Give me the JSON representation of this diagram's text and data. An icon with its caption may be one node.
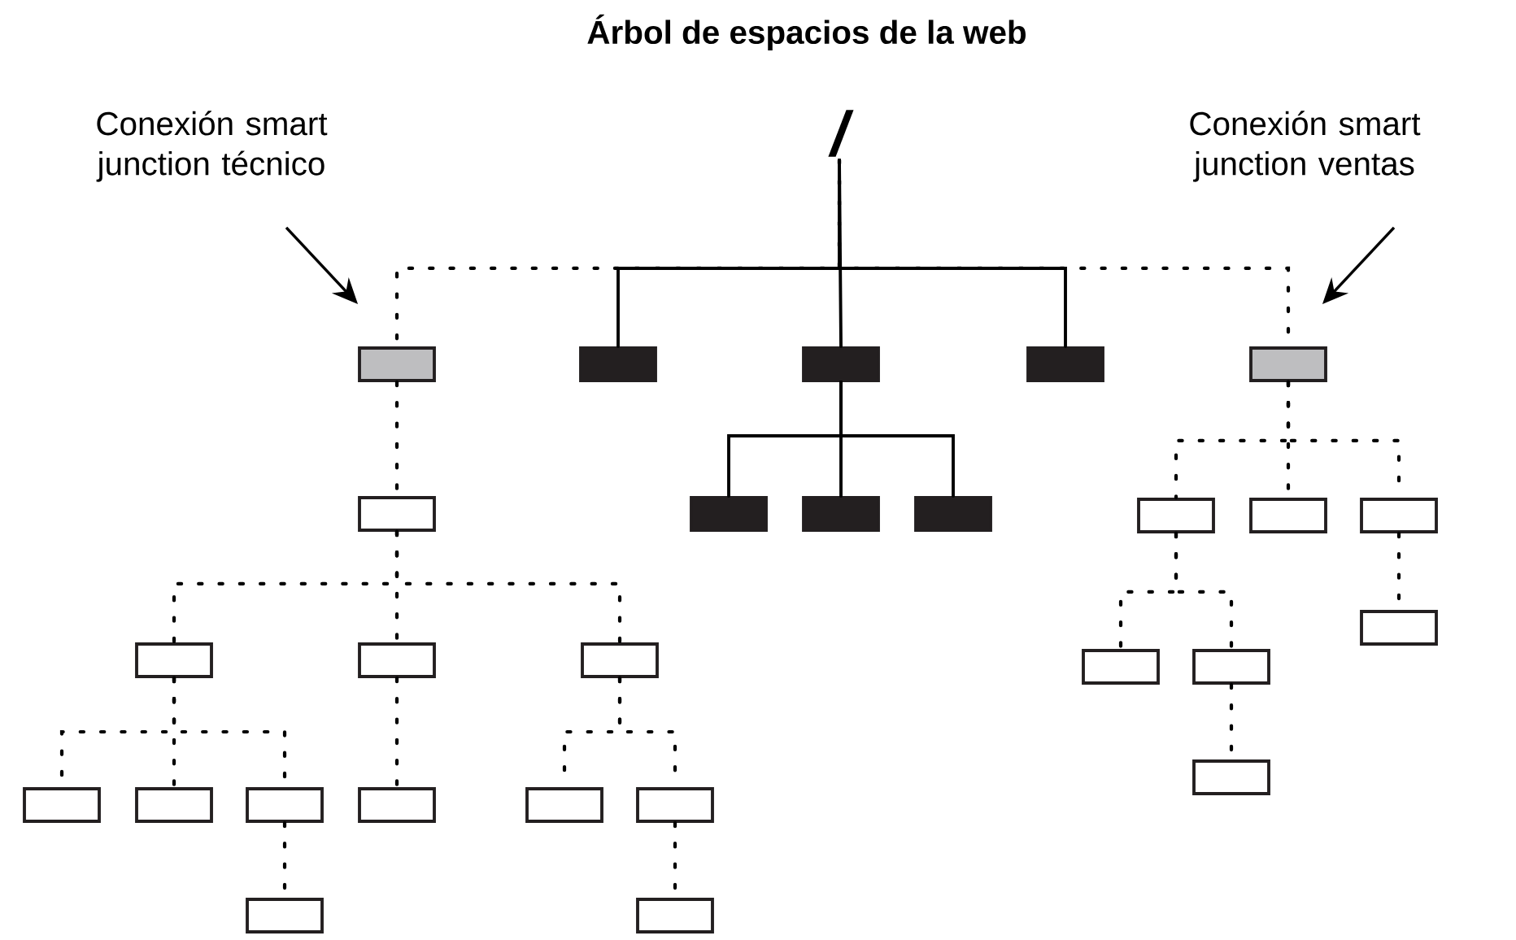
{
  "diagram": {
    "title": "Árbol de espacios de la web",
    "nodes": [
      {
        "text": [
          "/"
        ]
      },
      {
        "text": [
          "Conexión smart junction técnico"
        ]
      },
      {
        "text": [
          "Conexión smart junction ventas"
        ]
      },
      {
        "text": [],
        "shape": "box"
      },
      {
        "text": [],
        "shape": "box"
      },
      {
        "text": [],
        "shape": "box"
      },
      {
        "text": [],
        "shape": "box"
      },
      {
        "text": [],
        "shape": "box"
      },
      {
        "text": [],
        "shape": "box"
      },
      {
        "text": [],
        "shape": "box"
      },
      {
        "text": [],
        "shape": "box"
      },
      {
        "text": [],
        "shape": "box"
      },
      {
        "text": [],
        "shape": "box"
      },
      {
        "text": [],
        "shape": "box"
      },
      {
        "text": [],
        "shape": "box"
      },
      {
        "text": [],
        "shape": "box"
      },
      {
        "text": [],
        "shape": "box"
      },
      {
        "text": [],
        "shape": "box"
      },
      {
        "text": [],
        "shape": "box"
      },
      {
        "text": [],
        "shape": "box"
      },
      {
        "text": [],
        "shape": "box"
      },
      {
        "text": [],
        "shape": "box"
      },
      {
        "text": [],
        "shape": "box"
      },
      {
        "text": [],
        "shape": "box"
      },
      {
        "text": [],
        "shape": "box"
      },
      {
        "text": [],
        "shape": "box"
      },
      {
        "text": [],
        "shape": "box"
      },
      {
        "text": [],
        "shape": "box"
      },
      {
        "text": [],
        "shape": "box"
      },
      {
        "text": [],
        "shape": "box"
      }
    ],
    "edges": [
      {
        "from": 1,
        "to": 3,
        "arrow": "to"
      },
      {
        "from": 2,
        "to": 7,
        "arrow": "to"
      },
      {
        "from": 0,
        "to": 3,
        "arrow": "none",
        "style": "dashed"
      },
      {
        "from": 0,
        "to": 4,
        "arrow": "none"
      },
      {
        "from": 0,
        "to": 5,
        "arrow": "none"
      },
      {
        "from": 0,
        "to": 6,
        "arrow": "none"
      },
      {
        "from": 0,
        "to": 7,
        "arrow": "none",
        "style": "dashed"
      },
      {
        "from": 5,
        "to": 8,
        "arrow": "none"
      },
      {
        "from": 5,
        "to": 9,
        "arrow": "none"
      },
      {
        "from": 5,
        "to": 10,
        "arrow": "none"
      },
      {
        "from": 3,
        "to": 11,
        "arrow": "none",
        "style": "dashed"
      },
      {
        "from": 11,
        "to": 12,
        "arrow": "none",
        "style": "dashed"
      },
      {
        "from": 11,
        "to": 13,
        "arrow": "none",
        "style": "dashed"
      },
      {
        "from": 11,
        "to": 14,
        "arrow": "none",
        "style": "dashed"
      },
      {
        "from": 12,
        "to": 15,
        "arrow": "none",
        "style": "dashed"
      },
      {
        "from": 12,
        "to": 16,
        "arrow": "none",
        "style": "dashed"
      },
      {
        "from": 12,
        "to": 17,
        "arrow": "none",
        "style": "dashed"
      },
      {
        "from": 17,
        "to": 18,
        "arrow": "none",
        "style": "dashed"
      },
      {
        "from": 13,
        "to": 19,
        "arrow": "none",
        "style": "dashed"
      },
      {
        "from": 14,
        "to": 20,
        "arrow": "none",
        "style": "dashed"
      },
      {
        "from": 14,
        "to": 21,
        "arrow": "none",
        "style": "dashed"
      },
      {
        "from": 21,
        "to": 22,
        "arrow": "none",
        "style": "dashed"
      },
      {
        "from": 7,
        "to": 23,
        "arrow": "none",
        "style": "dashed"
      },
      {
        "from": 7,
        "to": 24,
        "arrow": "none",
        "style": "dashed"
      },
      {
        "from": 7,
        "to": 25,
        "arrow": "none",
        "style": "dashed"
      },
      {
        "from": 23,
        "to": 26,
        "arrow": "none",
        "style": "dashed"
      },
      {
        "from": 23,
        "to": 27,
        "arrow": "none",
        "style": "dashed"
      },
      {
        "from": 27,
        "to": 28,
        "arrow": "none",
        "style": "dashed"
      },
      {
        "from": 25,
        "to": 29,
        "arrow": "none",
        "style": "dashed"
      }
    ]
  }
}
